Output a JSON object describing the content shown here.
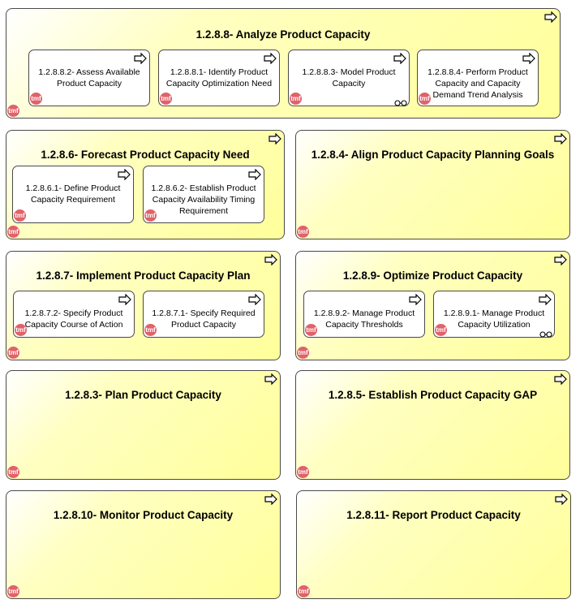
{
  "boxes": [
    {
      "id": "b1288",
      "title": "1.2.8.8- Analyze Product Capacity",
      "logo": "tmf",
      "children": [
        {
          "text": "1.2.8.8.2- Assess Available\nProduct Capacity",
          "logo": "tmf"
        },
        {
          "text": "1.2.8.8.1- Identify Product\nCapacity Optimization Need",
          "logo": "tmf"
        },
        {
          "text": "1.2.8.8.3- Model Product\nCapacity",
          "logo": "tmf",
          "link_icon": "chain-link-icon"
        },
        {
          "text": "1.2.8.8.4- Perform Product\nCapacity and Capacity\nDemand Trend Analysis",
          "logo": "tmf"
        }
      ]
    },
    {
      "id": "b1286",
      "title": "1.2.8.6- Forecast Product Capacity Need",
      "logo": "tmf",
      "children": [
        {
          "text": "1.2.8.6.1- Define Product\nCapacity Requirement",
          "logo": "tmf"
        },
        {
          "text": "1.2.8.6.2- Establish Product\nCapacity Availability Timing\nRequirement",
          "logo": "tmf"
        }
      ]
    },
    {
      "id": "b1284",
      "title": "1.2.8.4- Align Product Capacity Planning Goals",
      "logo": "tmf",
      "children": []
    },
    {
      "id": "b1287",
      "title": "1.2.8.7- Implement Product Capacity Plan",
      "logo": "tmf",
      "children": [
        {
          "text": "1.2.8.7.2- Specify Product\nCapacity Course of Action",
          "logo": "tmf"
        },
        {
          "text": "1.2.8.7.1- Specify Required\nProduct Capacity",
          "logo": "tmf"
        }
      ]
    },
    {
      "id": "b1289",
      "title": "1.2.8.9- Optimize Product Capacity",
      "logo": "tmf",
      "children": [
        {
          "text": "1.2.8.9.2- Manage Product\nCapacity Thresholds",
          "logo": "tmf"
        },
        {
          "text": "1.2.8.9.1- Manage Product\nCapacity Utilization",
          "logo": "tmf",
          "link_icon": "chain-link-icon"
        }
      ]
    },
    {
      "id": "b1283",
      "title": "1.2.8.3- Plan Product Capacity",
      "logo": "tmf",
      "children": []
    },
    {
      "id": "b1285",
      "title": "1.2.8.5- Establish Product Capacity GAP",
      "logo": "tmf",
      "children": []
    },
    {
      "id": "b12810",
      "title": "1.2.8.10- Monitor Product Capacity",
      "logo": "tmf",
      "children": []
    },
    {
      "id": "b12811",
      "title": "1.2.8.11- Report Product Capacity",
      "logo": "tmf",
      "children": []
    }
  ],
  "colors": {
    "box_fill": "#ffff9a",
    "border": "#4a4a4a",
    "logo": "#e0626a"
  },
  "icons": {
    "process": "process-arrow-icon",
    "link": "chain-link-icon"
  }
}
